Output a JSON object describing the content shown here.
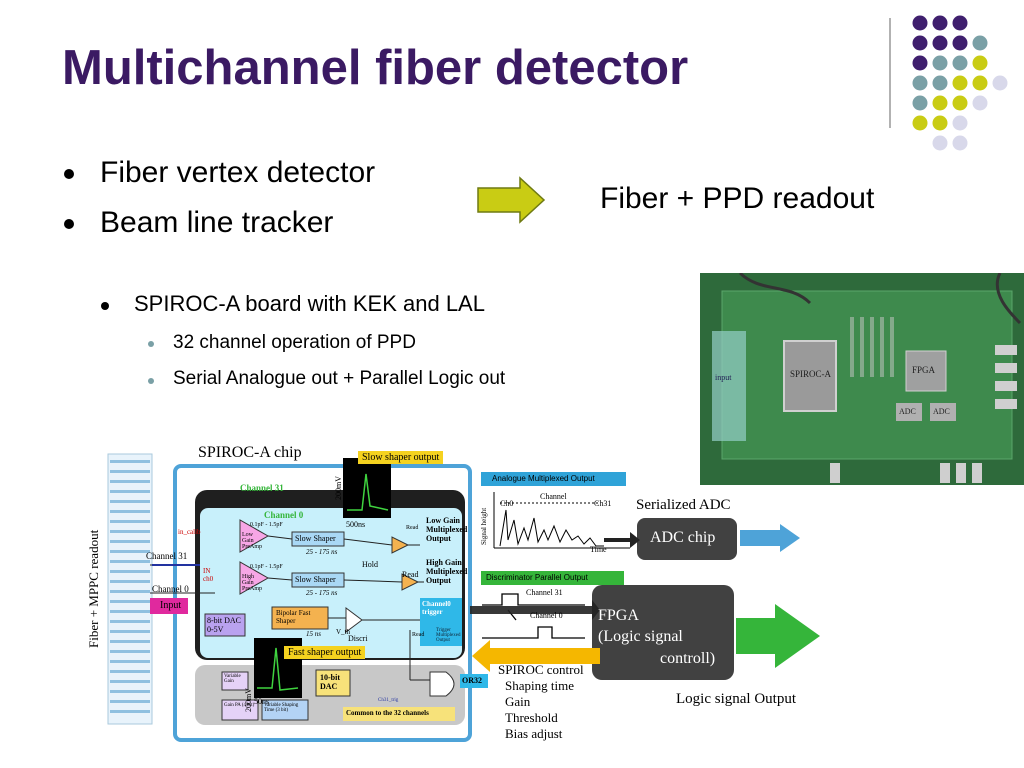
{
  "slide": {
    "title": "Multichannel fiber detector",
    "bullets": [
      "Fiber vertex detector",
      "Beam line tracker"
    ],
    "arrow_label": "Fiber + PPD readout",
    "sub_bullet": "SPIROC-A board with KEK and LAL",
    "sub_sub_bullets": [
      "32 channel operation of PPD",
      "Serial Analogue out + Parallel Logic out"
    ]
  },
  "colors": {
    "title": "#3b1a63",
    "dot_purple": "#3f1f6e",
    "dot_teal": "#7aa0a6",
    "dot_yellow": "#c9cc14",
    "dot_lavender": "#d8d8ea",
    "arrow_fill": "#c9cc14",
    "photo_green": "#2f6f3e",
    "chip_border": "#4ea3d8"
  },
  "photo": {
    "spiroc": "SPIROC-A",
    "fpga": "FPGA",
    "adc": "ADC",
    "input": "input"
  },
  "diagram": {
    "fiber_label": "Fiber + MPPC readout",
    "chip_title": "SPIROC-A chip",
    "slow_shaper_output": "Slow shaper output",
    "fast_shaper_output": "Fast shaper  output",
    "channel31": "Channel 31",
    "channel0": "Channel 0",
    "ch31": "Channel 31",
    "ch0": "Channel 0",
    "input": "Input",
    "in_calib": "in_calib",
    "in_ch0": "IN ch0",
    "dac8": "8-bit DAC\n0-5V",
    "cap1": "0.1pF - 1.5pF",
    "cap2": "0.1pF - 1.5pF",
    "low_gain_preamp": "Low Gain PreAmp",
    "high_gain_preamp": "High Gain PreAmp",
    "slow_shaper1": "Slow Shaper",
    "slow_shaper2": "Slow Shaper",
    "range1": "25 - 175 ns",
    "range2": "25 - 175 ns",
    "hold": "Hold",
    "read1": "Read",
    "read2": "Read",
    "read3": "Read",
    "low_gain_out": "Low Gain Multiplexed Output",
    "high_gain_out": "High Gain Multiplexed Output",
    "bipolar_fast_shaper": "Bipolar Fast Shaper",
    "ns15": "15 ns",
    "vth": "V_th",
    "discri": "Discri",
    "channel0_trigger": "Channel0 trigger",
    "trigger_mux": "Trigger Multiplexed Output",
    "dac10": "10-bit DAC",
    "ch31_trig": "Ch31_trig",
    "or32": "OR32",
    "common": "Common to the 32 channels",
    "mv200a": "200mV",
    "ns500": "500ns",
    "mv200b": "200mV",
    "ns50": "50ns",
    "bottom_box1": "Variable Gain",
    "bottom_box2": "Gain PA (4 bit)",
    "bottom_box3": "Variable Shaping Time (3 bit)",
    "analog_mux_title": "Analogue Multiplexed Output",
    "signal_height": "Signal height",
    "channel_axis": "Channel",
    "ch0_axis": "Ch0",
    "ch31_axis": "Ch31",
    "time_axis": "Time",
    "disc_parallel_title": "Discriminator Parallel Output",
    "serialized_adc": "Serialized ADC",
    "adc_chip": "ADC chip",
    "fpga_line1": "FPGA",
    "fpga_line2": "(Logic signal",
    "fpga_line3": "controll)",
    "spiroc_control": "SPIROC control",
    "ctrl_items": [
      "Shaping time",
      "Gain",
      "Threshold",
      "Bias adjust"
    ],
    "logic_output": "Logic signal Output"
  }
}
